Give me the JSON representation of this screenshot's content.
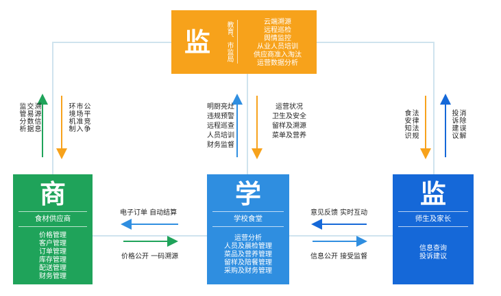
{
  "top_box": {
    "icon_char": "监",
    "org": "教育、市监局",
    "items": [
      "云端溯源",
      "远程巡检",
      "舆情监控",
      "从业人员培训",
      "供应商准入淘汰",
      "运营数据分析"
    ],
    "color": "#F7A21B"
  },
  "left_box": {
    "icon_char": "商",
    "title": "食材供应商",
    "items": [
      "价格管理",
      "客户管理",
      "订单管理",
      "库存管理",
      "配送管理",
      "财务管理"
    ],
    "color": "#1FA35A"
  },
  "center_box": {
    "icon_char": "学",
    "title": "学校食堂",
    "items": [
      "运营分析",
      "人员及晨检管理",
      "菜品及营养管理",
      "留样及陪餐管理",
      "采购及财务管理"
    ],
    "color": "#2F8EE0"
  },
  "right_box": {
    "icon_char": "监",
    "title": "师生及家长",
    "items": [
      "信息查询",
      "投诉建议"
    ],
    "color": "#1568D8"
  },
  "labels": {
    "left_up": [
      "溯源信息",
      "交易数据",
      "监管分析"
    ],
    "left_down": [
      "公平竞争",
      "市场准入",
      "环境机制"
    ],
    "center_up": [
      "明厨亮灶",
      "违规预警",
      "远程巡查",
      "人员培训",
      "财务监督"
    ],
    "center_down": [
      "运营状况",
      "卫生及安全",
      "留样及溯源",
      "菜单及营养"
    ],
    "right_down": [
      "法律法规",
      "食安知识"
    ],
    "right_up": [
      "消除误解",
      "投诉建议"
    ],
    "lc_top": "电子订单 自动结算",
    "lc_bottom": "价格公开 一码溯源",
    "cr_top": "意见反馈 实时互动",
    "cr_bottom": "信息公开 接受监督"
  },
  "colors": {
    "arrow_orange": "#F7A21B",
    "arrow_green": "#1FA35A",
    "arrow_blue": "#2F8EE0",
    "arrow_darkblue": "#1568D8",
    "line": "#cfe3ee"
  }
}
